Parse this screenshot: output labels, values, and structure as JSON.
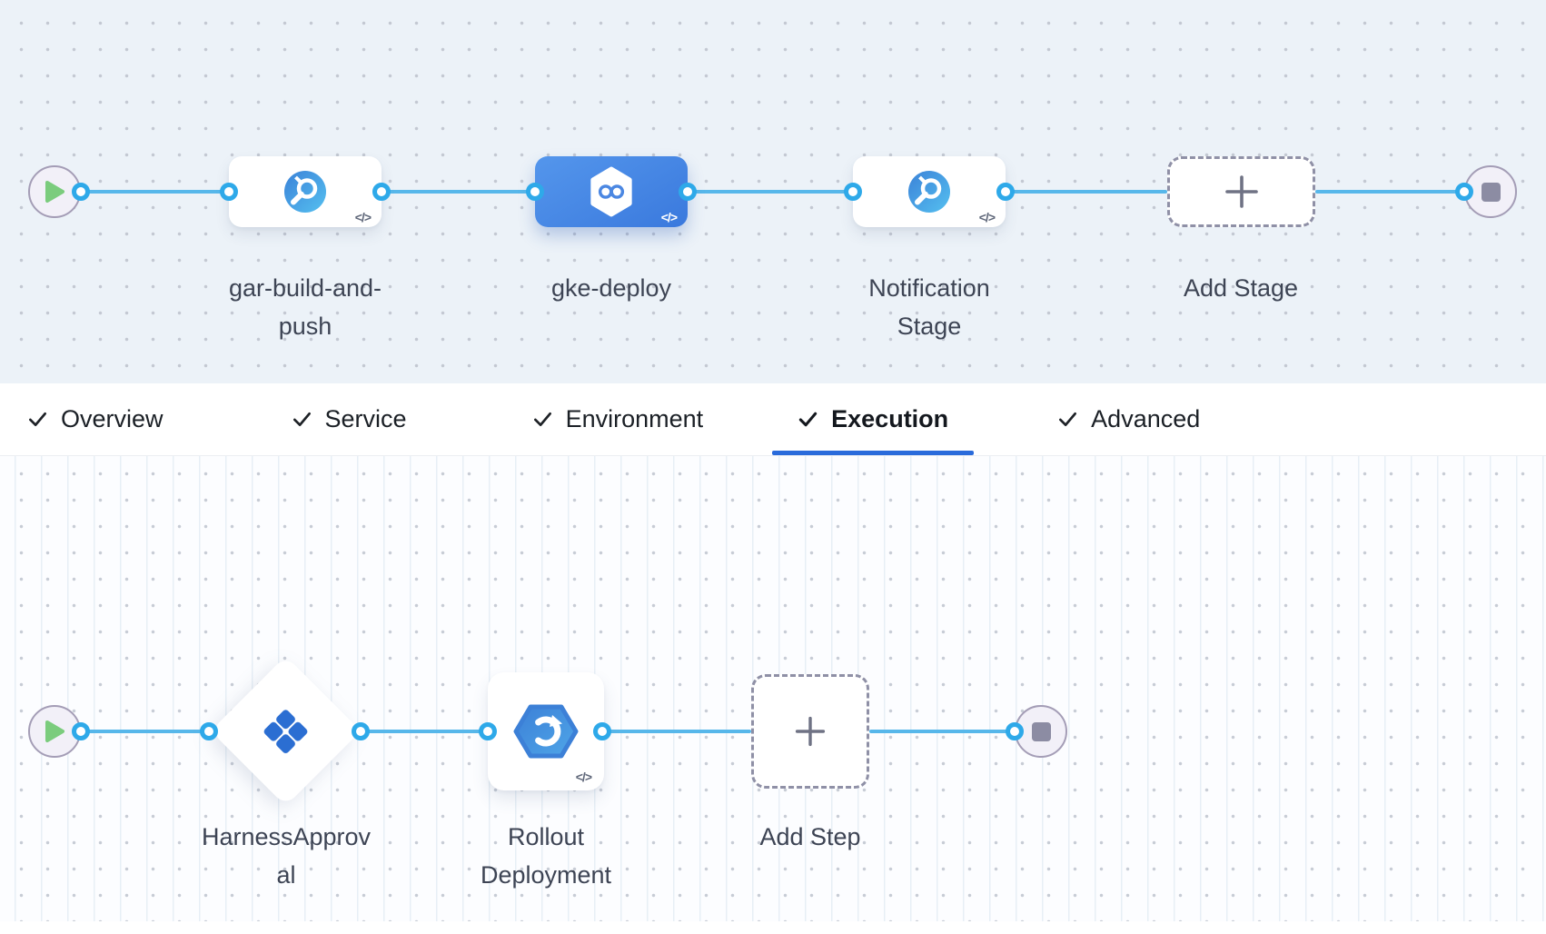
{
  "pipeline_canvas": {
    "stages": [
      {
        "name": "gar-build-and-push",
        "type": "custom-stage",
        "selected": false
      },
      {
        "name": "gke-deploy",
        "type": "deploy-stage",
        "selected": true
      },
      {
        "name": "Notification Stage",
        "type": "custom-stage",
        "selected": false
      }
    ],
    "add_stage_label": "Add Stage",
    "code_badge": "</>"
  },
  "tabs": {
    "items": [
      {
        "label": "Overview",
        "completed": true,
        "active": false
      },
      {
        "label": "Service",
        "completed": true,
        "active": false
      },
      {
        "label": "Environment",
        "completed": true,
        "active": false
      },
      {
        "label": "Execution",
        "completed": true,
        "active": true
      },
      {
        "label": "Advanced",
        "completed": true,
        "active": false
      }
    ]
  },
  "execution_canvas": {
    "steps": [
      {
        "name": "HarnessApproval",
        "type": "approval-step"
      },
      {
        "name": "Rollout Deployment",
        "type": "gke-rollout-step"
      }
    ],
    "add_step_label": "Add Step",
    "code_badge": "</>"
  },
  "colors": {
    "connector": "#57b7ea",
    "connector_port": "#2ea9e9",
    "selected_stage_top": "#5496ec",
    "selected_stage_bottom": "#3a79dd",
    "active_tab_underline": "#2a6bdb",
    "canvas_top_bg": "#ecf2f8",
    "canvas_bottom_bg": "#fcfdff",
    "play_icon_green": "#7bcc7d",
    "stop_icon_gray": "#8c8ca3"
  }
}
